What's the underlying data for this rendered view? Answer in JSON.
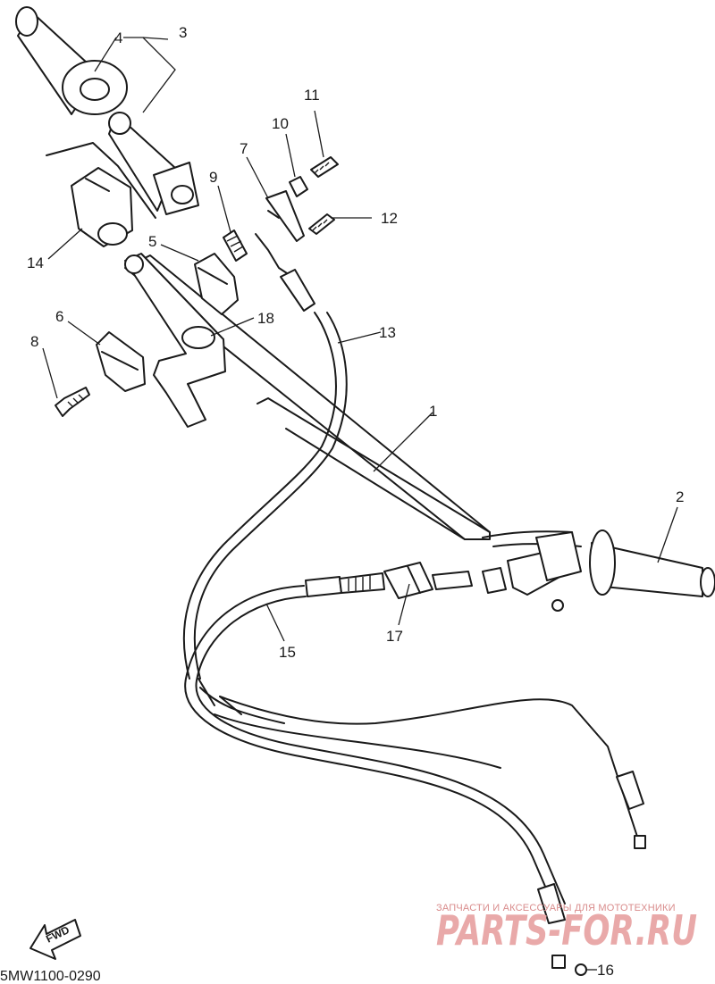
{
  "diagram": {
    "code": "5MW1100-0290",
    "fwd_label": "FWD",
    "watermark": {
      "caption": "ЗАПЧАСТИ И АКСЕССУАРЫ ДЛЯ МОТОТЕХНИКИ",
      "brand": "PARTS-FOR.RU"
    },
    "callouts": [
      {
        "id": "1",
        "label": "1"
      },
      {
        "id": "2",
        "label": "2"
      },
      {
        "id": "3",
        "label": "3"
      },
      {
        "id": "4",
        "label": "4"
      },
      {
        "id": "5",
        "label": "5"
      },
      {
        "id": "6",
        "label": "6"
      },
      {
        "id": "7",
        "label": "7"
      },
      {
        "id": "8",
        "label": "8"
      },
      {
        "id": "9",
        "label": "9"
      },
      {
        "id": "10",
        "label": "10"
      },
      {
        "id": "11",
        "label": "11"
      },
      {
        "id": "12",
        "label": "12"
      },
      {
        "id": "13",
        "label": "13"
      },
      {
        "id": "14",
        "label": "14"
      },
      {
        "id": "15",
        "label": "15"
      },
      {
        "id": "16",
        "label": "16"
      },
      {
        "id": "17",
        "label": "17"
      },
      {
        "id": "18",
        "label": "18"
      }
    ]
  }
}
